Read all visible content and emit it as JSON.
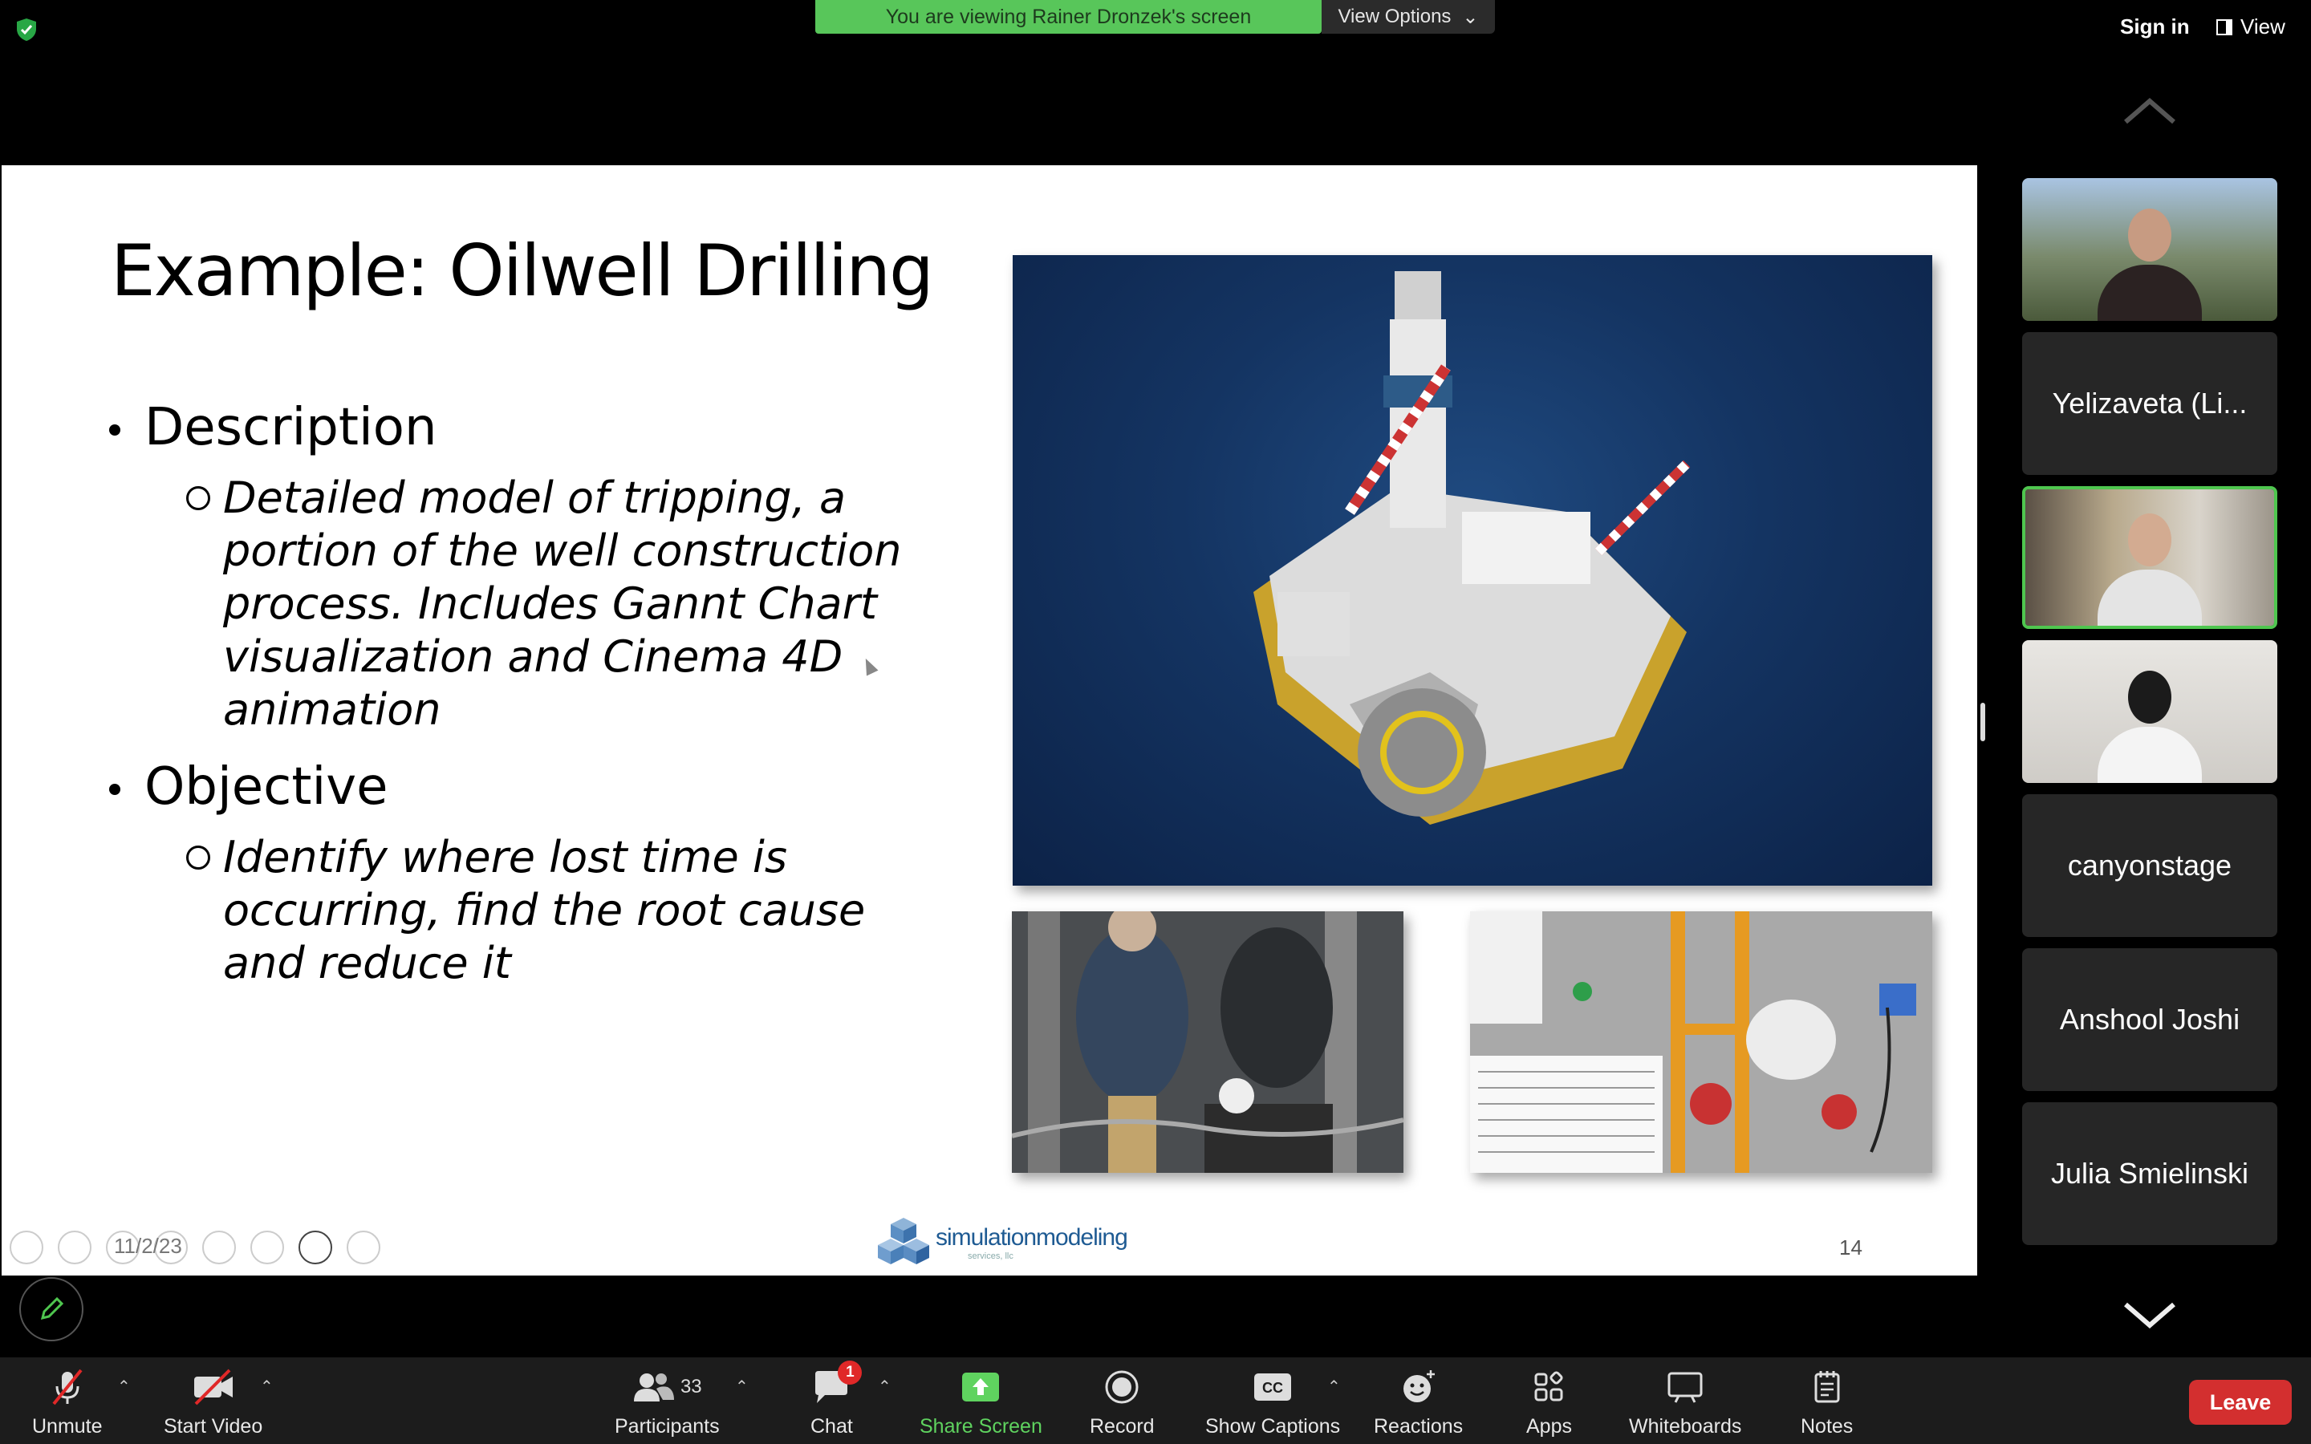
{
  "banner": {
    "viewing_text": "You are viewing Rainer Dronzek's screen",
    "view_options": "View Options"
  },
  "top_right": {
    "sign_in": "Sign in",
    "view": "View"
  },
  "slide": {
    "title": "Example: Oilwell Drilling",
    "bullets": [
      {
        "heading": "Description",
        "sub": "Detailed model of tripping, a portion of the well construction process. Includes Gannt Chart visualization and Cinema 4D animation"
      },
      {
        "heading": "Objective",
        "sub": "Identify where lost time is occurring, find the root cause and reduce it"
      }
    ],
    "date": "11/2/23",
    "page_number": "14",
    "logo_text": "simulationmodeling",
    "logo_subtext": "services, llc"
  },
  "participants_gallery": [
    {
      "name": "",
      "has_video": true
    },
    {
      "name": "Yelizaveta (Li...",
      "has_video": false
    },
    {
      "name": "",
      "has_video": true,
      "active_speaker": true
    },
    {
      "name": "",
      "has_video": true
    },
    {
      "name": "canyonstage",
      "has_video": false
    },
    {
      "name": "Anshool Joshi",
      "has_video": false
    },
    {
      "name": "Julia Smielinski",
      "has_video": false
    }
  ],
  "toolbar": {
    "unmute": "Unmute",
    "start_video": "Start Video",
    "participants": "Participants",
    "participants_count": "33",
    "chat": "Chat",
    "chat_badge": "1",
    "share_screen": "Share Screen",
    "record": "Record",
    "show_captions": "Show Captions",
    "captions_icon_text": "CC",
    "reactions": "Reactions",
    "apps": "Apps",
    "whiteboards": "Whiteboards",
    "notes": "Notes",
    "leave": "Leave"
  },
  "colors": {
    "banner_green": "#58c65a",
    "share_green": "#5fd35f",
    "leave_red": "#d32f2f",
    "active_speaker_border": "#4fc64f",
    "toolbar_bg": "#1c1c1c"
  }
}
